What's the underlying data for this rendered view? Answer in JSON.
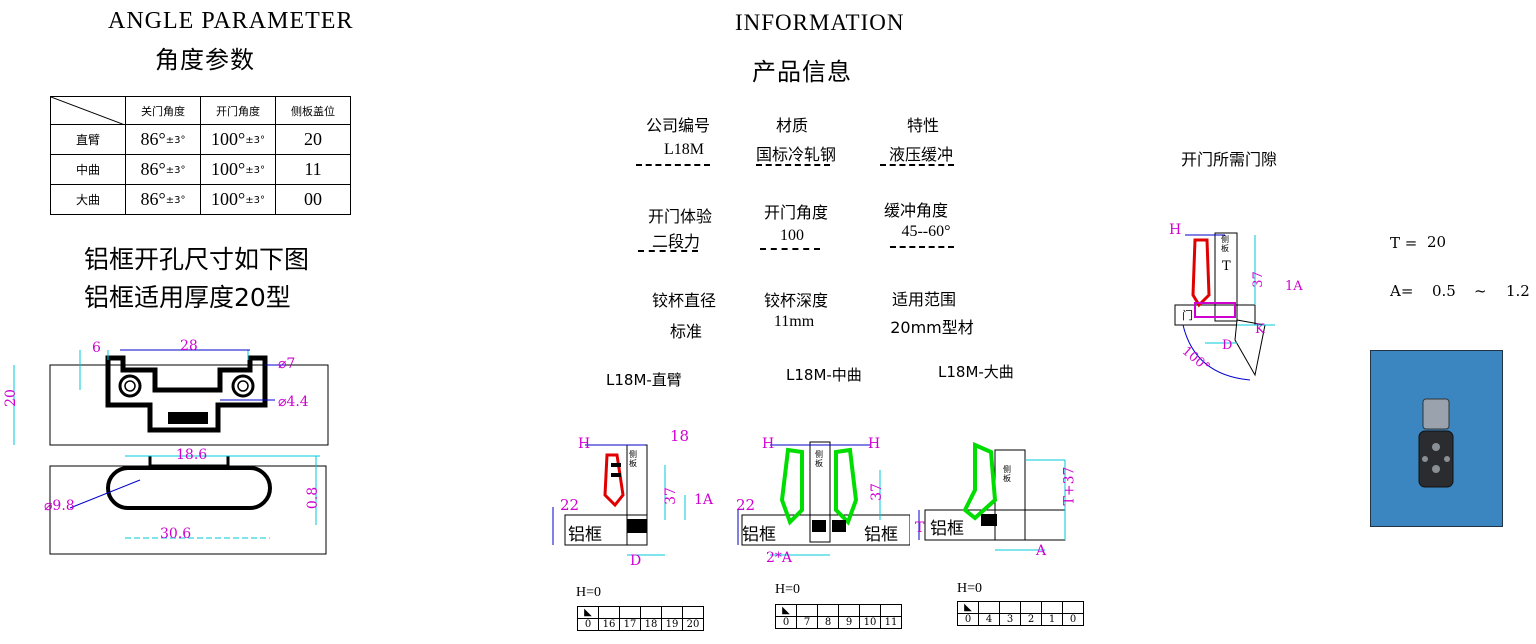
{
  "angle_section": {
    "title_en": "ANGLE  PARAMETER",
    "title_cn": "角度参数",
    "table": {
      "headers": [
        "关门角度",
        "开门角度",
        "侧板盖位"
      ],
      "rows": [
        {
          "name": "直臂",
          "close": "86°",
          "close_tol": "±3°",
          "open": "100°",
          "open_tol": "±3°",
          "cover": "20"
        },
        {
          "name": "中曲",
          "close": "86°",
          "close_tol": "±3°",
          "open": "100°",
          "open_tol": "±3°",
          "cover": "11"
        },
        {
          "name": "大曲",
          "close": "86°",
          "close_tol": "±3°",
          "open": "100°",
          "open_tol": "±3°",
          "cover": "00"
        }
      ]
    },
    "caption_line1": "铝框开孔尺寸如下图",
    "caption_line2": "铝框适用厚度20型"
  },
  "frame_drawing": {
    "dims": {
      "d6": "6",
      "d28": "28",
      "d20": "20",
      "phi7": "⌀7",
      "phi44": "⌀4.4",
      "d186": "18.6",
      "phi98": "⌀9.8",
      "d306": "30.6",
      "d08": "0.8"
    }
  },
  "info_section": {
    "title_en": "INFORMATION",
    "title_cn": "产品信息",
    "fields": [
      {
        "label": "公司编号",
        "value": "L18M"
      },
      {
        "label": "材质",
        "value": "国标冷轧钢"
      },
      {
        "label": "特性",
        "value": "液压缓冲"
      },
      {
        "label": "开门体验",
        "value": "二段力"
      },
      {
        "label": "开门角度",
        "value": "100"
      },
      {
        "label": "缓冲角度",
        "value": "45--60°"
      },
      {
        "label": "铰杯直径",
        "value": "标准"
      },
      {
        "label": "铰杯深度",
        "value": "11mm"
      },
      {
        "label": "适用范围",
        "value": "20mm型材"
      }
    ]
  },
  "variants": [
    {
      "name": "L18M-直臂",
      "h": "H=0",
      "mini_values": [
        "0",
        "16",
        "17",
        "18",
        "19",
        "20"
      ],
      "labels": {
        "frame": "铝框",
        "side": "侧板",
        "top": "18",
        "left": "22",
        "v": "37",
        "r": "1A",
        "d": "D",
        "h": "H"
      }
    },
    {
      "name": "L18M-中曲",
      "h": "H=0",
      "mini_values": [
        "0",
        "7",
        "8",
        "9",
        "10",
        "11"
      ],
      "labels": {
        "frame": "铝框",
        "frame2": "铝框",
        "side": "侧板",
        "left": "22",
        "v": "37",
        "bottom": "2*A",
        "h": "H",
        "h2": "H"
      }
    },
    {
      "name": "L18M-大曲",
      "h": "H=0",
      "mini_values": [
        "0",
        "4",
        "3",
        "2",
        "1",
        "0"
      ],
      "labels": {
        "frame": "铝框",
        "side": "侧板",
        "v": "T+37",
        "t": "T",
        "a": "A"
      }
    }
  ],
  "gap_section": {
    "title": "开门所需门隙",
    "labels": {
      "h": "H",
      "side": "侧板",
      "t": "T",
      "v": "37",
      "r": "1A",
      "k": "K",
      "d": "D",
      "angle": "100°",
      "door": "门"
    },
    "t_label": "T =",
    "t_value": "20",
    "a_label": "A=",
    "a_min": "0.5",
    "a_sep": "~",
    "a_max": "1.2"
  },
  "colors": {
    "dimension": "#d000d0",
    "hinge_red": "#e00000",
    "hinge_green": "#00dd00",
    "cyan": "#00c8d8",
    "blue": "#0000cc",
    "photo_bg": "#3b86c0"
  }
}
